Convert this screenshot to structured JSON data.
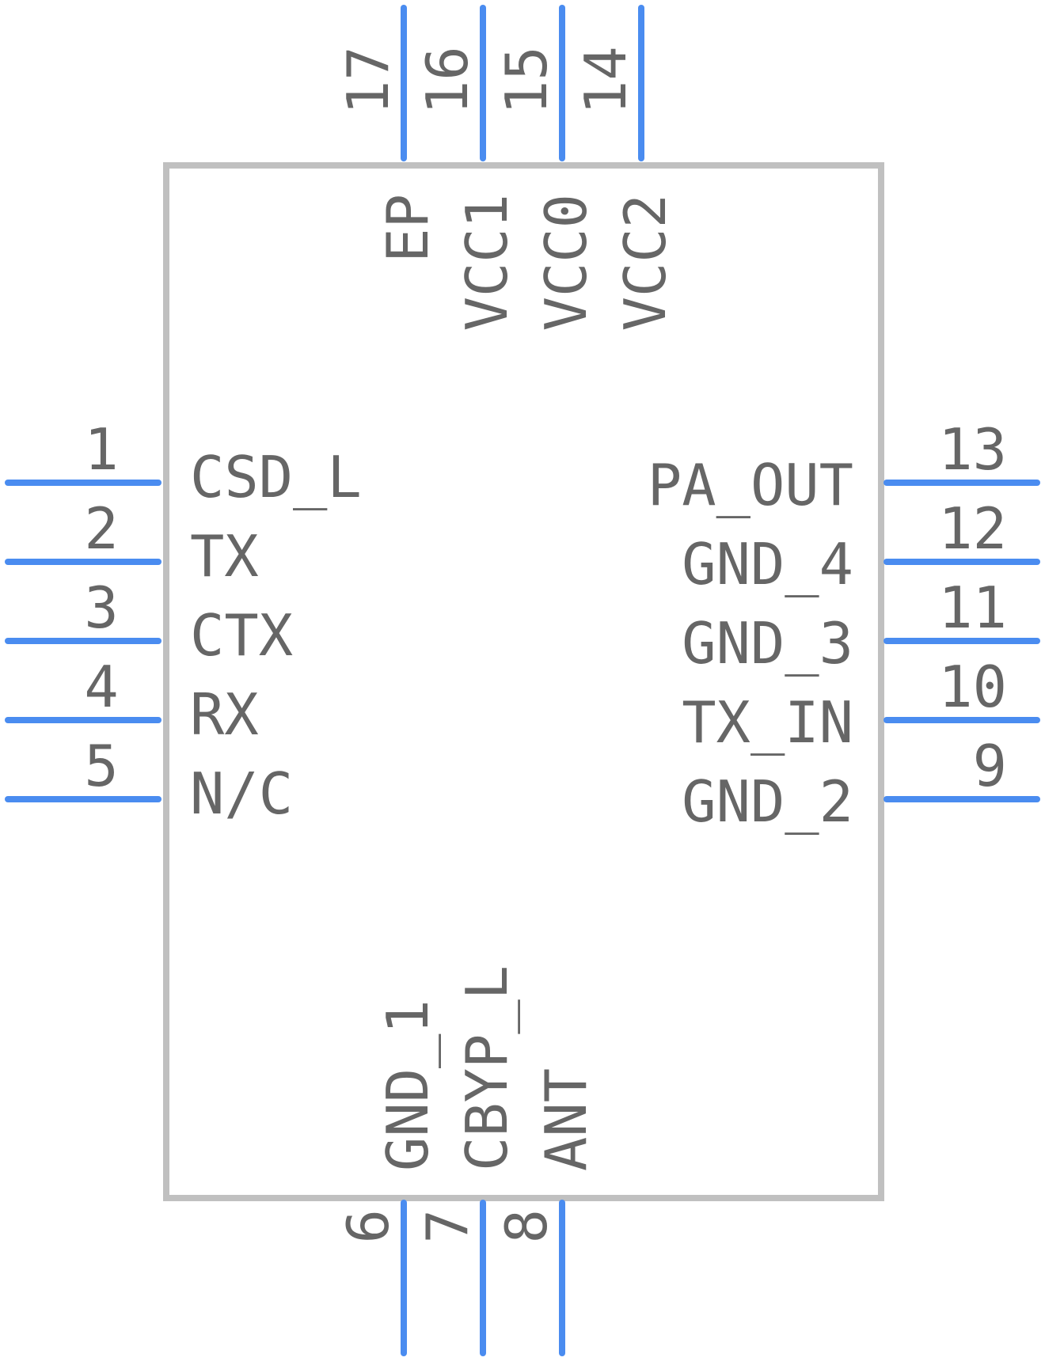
{
  "colors": {
    "pin": "#4a8cf0",
    "body_outline": "#c0c0c0",
    "text": "#666666",
    "background": "#ffffff"
  },
  "pins": {
    "left": [
      {
        "number": "1",
        "name": "CSD_L"
      },
      {
        "number": "2",
        "name": "TX"
      },
      {
        "number": "3",
        "name": "CTX"
      },
      {
        "number": "4",
        "name": "RX"
      },
      {
        "number": "5",
        "name": "N/C"
      }
    ],
    "bottom": [
      {
        "number": "6",
        "name": "GND_1"
      },
      {
        "number": "7",
        "name": "CBYP_L"
      },
      {
        "number": "8",
        "name": "ANT"
      }
    ],
    "right": [
      {
        "number": "9",
        "name": "GND_2"
      },
      {
        "number": "10",
        "name": "TX_IN"
      },
      {
        "number": "11",
        "name": "GND_3"
      },
      {
        "number": "12",
        "name": "GND_4"
      },
      {
        "number": "13",
        "name": "PA_OUT"
      }
    ],
    "top": [
      {
        "number": "14",
        "name": "VCC2"
      },
      {
        "number": "15",
        "name": "VCC0"
      },
      {
        "number": "16",
        "name": "VCC1"
      },
      {
        "number": "17",
        "name": "EP"
      }
    ]
  }
}
